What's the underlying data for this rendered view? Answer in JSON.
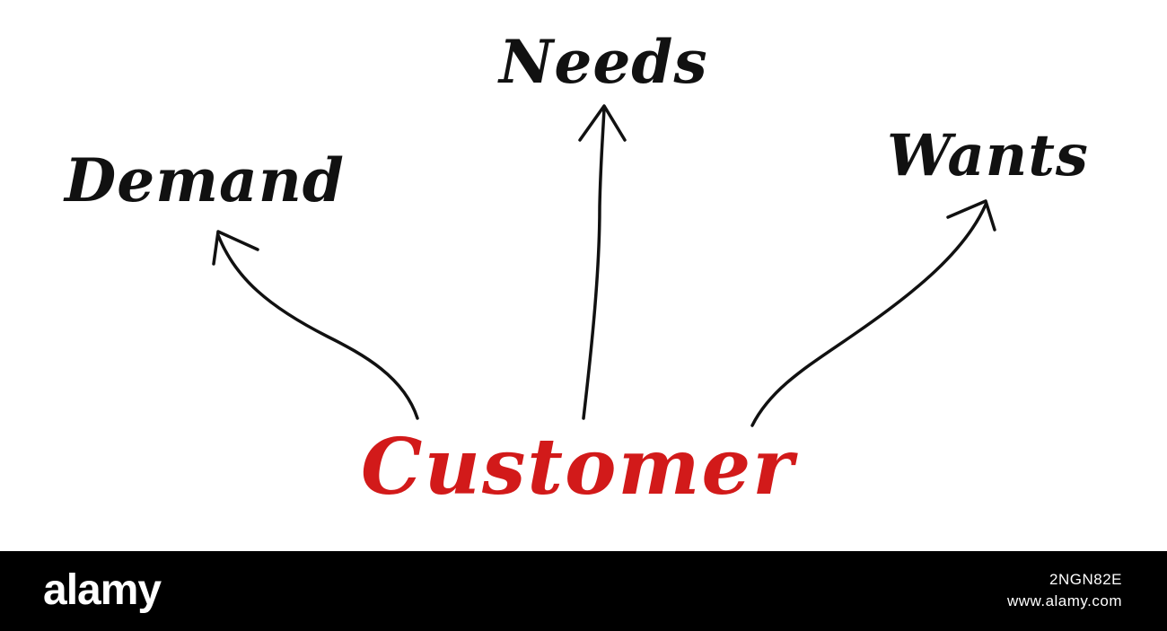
{
  "diagram": {
    "center": {
      "label": "Customer",
      "color": "#d21a1a"
    },
    "branches": [
      {
        "label": "Demand"
      },
      {
        "label": "Needs"
      },
      {
        "label": "Wants"
      }
    ],
    "text_color": "#111111",
    "arrow_color": "#111111"
  },
  "footer": {
    "logo": "alamy",
    "image_id": "2NGN82E",
    "url": "www.alamy.com"
  }
}
